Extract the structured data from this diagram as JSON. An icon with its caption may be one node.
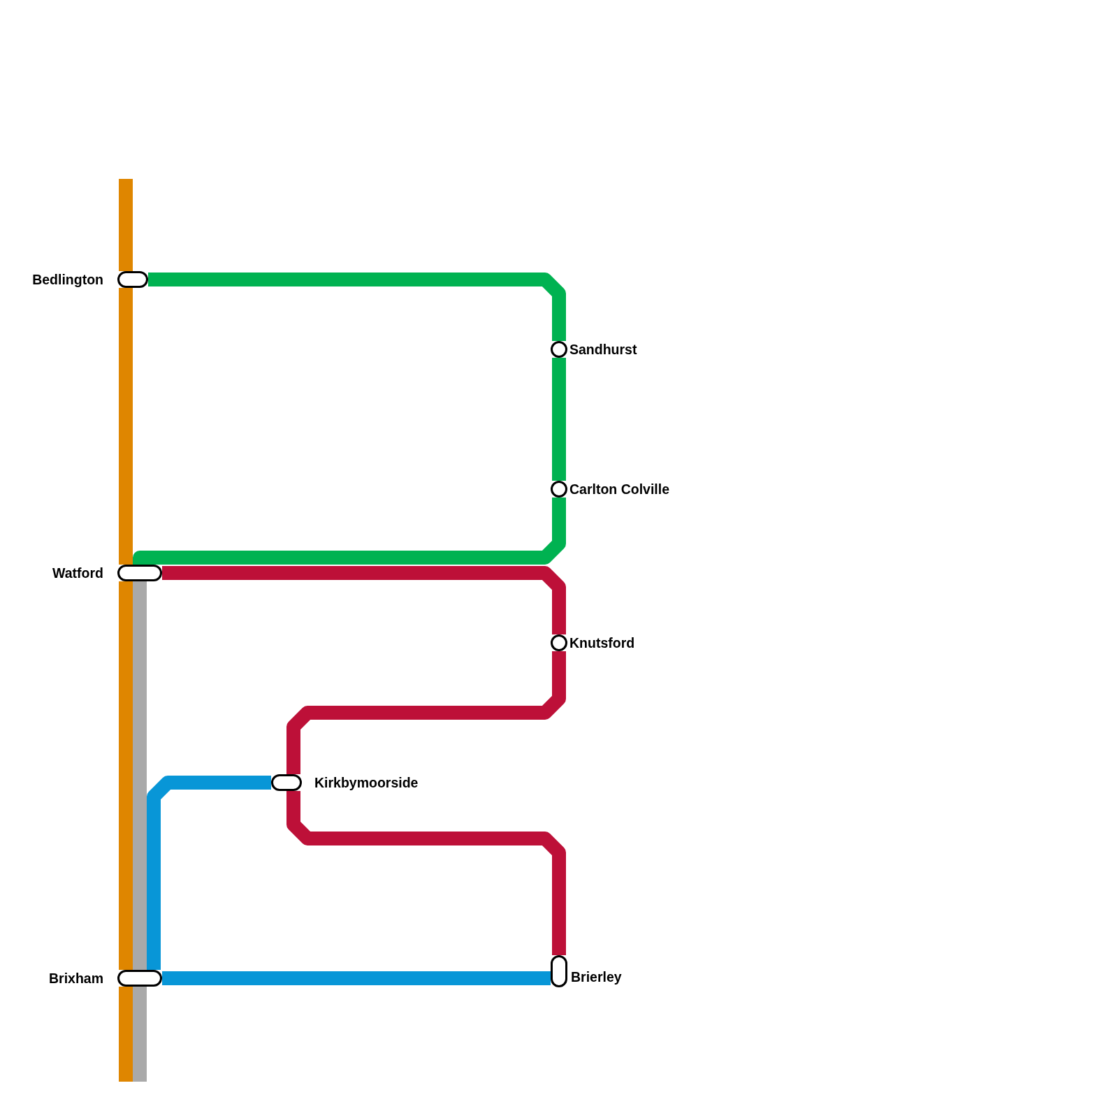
{
  "diagram": {
    "nodes": [
      {
        "text": [
          "Bedlington"
        ]
      },
      {
        "text": [
          "Sandhurst"
        ]
      },
      {
        "text": [
          "Carlton Colville"
        ]
      },
      {
        "text": [
          "Watford"
        ]
      },
      {
        "text": [
          "Knutsford"
        ]
      },
      {
        "text": [
          "Kirkbymoorside"
        ]
      },
      {
        "text": [
          "Brixham"
        ]
      },
      {
        "text": [
          "Brierley"
        ]
      }
    ],
    "edges": [
      {
        "from": null,
        "to": 0,
        "arrow": "none",
        "color": "#df8600"
      },
      {
        "from": 0,
        "to": 3,
        "arrow": "none",
        "color": "#df8600"
      },
      {
        "from": 3,
        "to": 6,
        "arrow": "none",
        "color": "#df8600"
      },
      {
        "from": 6,
        "to": null,
        "arrow": "none",
        "color": "#df8600"
      },
      {
        "from": 0,
        "to": 1,
        "arrow": "none",
        "color": "#00b251"
      },
      {
        "from": 1,
        "to": 2,
        "arrow": "none",
        "color": "#00b251"
      },
      {
        "from": 2,
        "to": 3,
        "arrow": "none",
        "color": "#00b251"
      },
      {
        "from": 3,
        "to": 4,
        "arrow": "none",
        "color": "#bd1038"
      },
      {
        "from": 4,
        "to": 5,
        "arrow": "none",
        "color": "#bd1038"
      },
      {
        "from": 5,
        "to": 7,
        "arrow": "none",
        "color": "#bd1038"
      },
      {
        "from": 3,
        "to": 6,
        "arrow": "none",
        "color": "#a9a9a9"
      },
      {
        "from": 6,
        "to": null,
        "arrow": "none",
        "color": "#a9a9a9"
      },
      {
        "from": 5,
        "to": 6,
        "arrow": "none",
        "color": "#0896d7"
      },
      {
        "from": 6,
        "to": 7,
        "arrow": "none",
        "color": "#0896d7"
      }
    ]
  }
}
